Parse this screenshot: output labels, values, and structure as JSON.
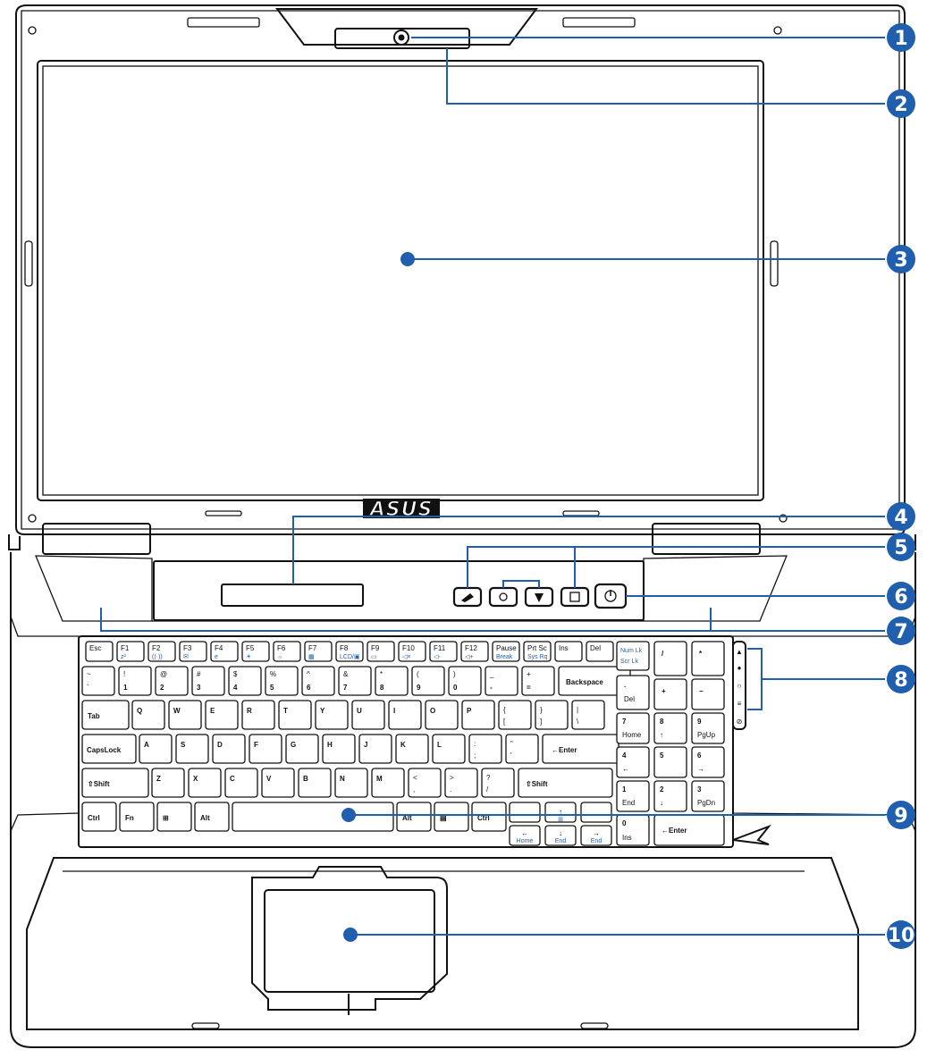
{
  "brand_logo": "ASUS",
  "callouts": [
    "1",
    "2",
    "3",
    "4",
    "5",
    "6",
    "7",
    "8",
    "9",
    "10"
  ],
  "function_keys": [
    {
      "top": "Esc",
      "sub": ""
    },
    {
      "top": "F1",
      "sub": "z²"
    },
    {
      "top": "F2",
      "sub": "((·))"
    },
    {
      "top": "F3",
      "sub": "✉"
    },
    {
      "top": "F4",
      "sub": "e"
    },
    {
      "top": "F5",
      "sub": "☀"
    },
    {
      "top": "F6",
      "sub": "☼"
    },
    {
      "top": "F7",
      "sub": "▦"
    },
    {
      "top": "F8",
      "sub": "LCD/▣"
    },
    {
      "top": "F9",
      "sub": "▭"
    },
    {
      "top": "F10",
      "sub": "◁×"
    },
    {
      "top": "F11",
      "sub": "◁-"
    },
    {
      "top": "F12",
      "sub": "◁+"
    },
    {
      "top": "Pause",
      "sub": "Break"
    },
    {
      "top": "Prt Sc",
      "sub": "Sys Rq"
    },
    {
      "top": "Ins",
      "sub": ""
    },
    {
      "top": "Del",
      "sub": ""
    }
  ],
  "number_row": [
    {
      "top": "~",
      "bot": "`"
    },
    {
      "top": "!",
      "bot": "1"
    },
    {
      "top": "@",
      "bot": "2"
    },
    {
      "top": "#",
      "bot": "3"
    },
    {
      "top": "$",
      "bot": "4"
    },
    {
      "top": "%",
      "bot": "5"
    },
    {
      "top": "^",
      "bot": "6"
    },
    {
      "top": "&",
      "bot": "7"
    },
    {
      "top": "*",
      "bot": "8"
    },
    {
      "top": "(",
      "bot": "9"
    },
    {
      "top": ")",
      "bot": "0"
    },
    {
      "top": "_",
      "bot": "-"
    },
    {
      "top": "+",
      "bot": "="
    }
  ],
  "qwerty_row": [
    "Q",
    "W",
    "E",
    "R",
    "T",
    "Y",
    "U",
    "I",
    "O",
    "P"
  ],
  "qwerty_row_extra": [
    {
      "top": "{",
      "bot": "["
    },
    {
      "top": "}",
      "bot": "]"
    },
    {
      "top": "|",
      "bot": "\\"
    }
  ],
  "home_row": [
    "A",
    "S",
    "D",
    "F",
    "G",
    "H",
    "J",
    "K",
    "L"
  ],
  "home_row_extra": [
    {
      "top": ":",
      "bot": ";"
    },
    {
      "top": "\"",
      "bot": "'"
    }
  ],
  "shift_row": [
    "Z",
    "X",
    "C",
    "V",
    "B",
    "N",
    "M"
  ],
  "shift_row_extra": [
    {
      "top": "<",
      "bot": ","
    },
    {
      "top": ">",
      "bot": "."
    },
    {
      "top": "?",
      "bot": "/"
    }
  ],
  "labels": {
    "backspace": "Backspace",
    "tab": "Tab",
    "capslock": "CapsLock",
    "enter": "Enter",
    "lshift": "⇧Shift",
    "rshift": "⇧Shift",
    "ctrl_left": "Ctrl",
    "fn": "Fn",
    "alt_left": "Alt",
    "alt_right": "Alt",
    "ctrl_right": "Ctrl"
  },
  "numpad": {
    "numlk_top": "Num Lk",
    "numlk_bot": "Scr Lk",
    "slash": "/",
    "star": "*",
    "minus": "−",
    "del_top": ".",
    "del_bot": "Del",
    "plus": "+",
    "k7": "7",
    "k7b": "Home",
    "k8": "8",
    "k8b": "↑",
    "k9": "9",
    "k9b": "PgUp",
    "k4": "4",
    "k4b": "←",
    "k5": "5",
    "k6": "6",
    "k6b": "→",
    "k1": "1",
    "k1b": "End",
    "k2": "2",
    "k2b": "↓",
    "k3": "3",
    "k3b": "PgDn",
    "k0": "0",
    "k0b": "Ins",
    "enter": "←Enter"
  },
  "arrows": {
    "up": "↑",
    "up_sub": "⊞",
    "left": "←",
    "left_sub": "Home",
    "down": "↓",
    "down_sub": "End",
    "right": "→",
    "right_sub": "End"
  },
  "colors": {
    "accent": "#1f5fae",
    "outline": "#111111"
  }
}
